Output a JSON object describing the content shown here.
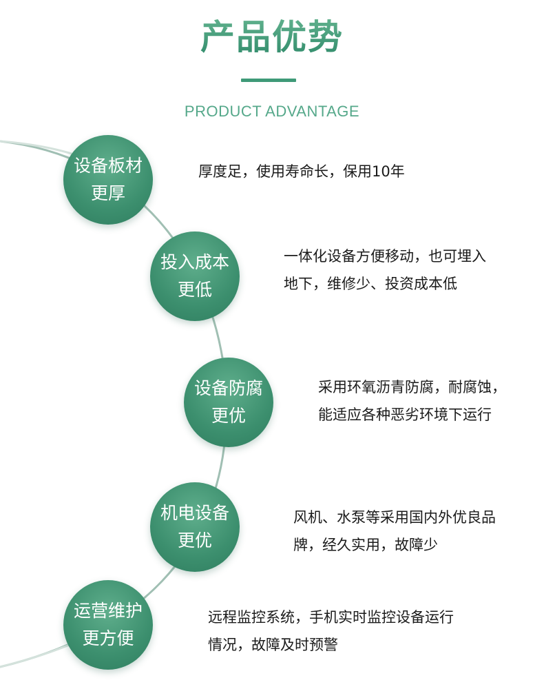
{
  "header": {
    "title": "产品优势",
    "subtitle": "PRODUCT ADVANTAGE"
  },
  "colors": {
    "accent": "#3f9a78",
    "circle": "#3c8f6e",
    "curve": "#8fb4a6"
  },
  "advantages": [
    {
      "label_line1": "设备板材",
      "label_line2": "更厚",
      "desc_line1": "厚度足，使用寿命长，保用10年",
      "desc_line2": ""
    },
    {
      "label_line1": "投入成本",
      "label_line2": "更低",
      "desc_line1": "一体化设备方便移动，也可埋入",
      "desc_line2": "地下，维修少、投资成本低"
    },
    {
      "label_line1": "设备防腐",
      "label_line2": "更优",
      "desc_line1": "采用环氧沥青防腐，耐腐蚀，",
      "desc_line2": "能适应各种恶劣环境下运行"
    },
    {
      "label_line1": "机电设备",
      "label_line2": "更优",
      "desc_line1": "风机、水泵等采用国内外优良品",
      "desc_line2": "牌，经久实用，故障少"
    },
    {
      "label_line1": "运营维护",
      "label_line2": "更方便",
      "desc_line1": "远程监控系统，手机实时监控设备运行",
      "desc_line2": "情况，故障及时预警"
    }
  ]
}
